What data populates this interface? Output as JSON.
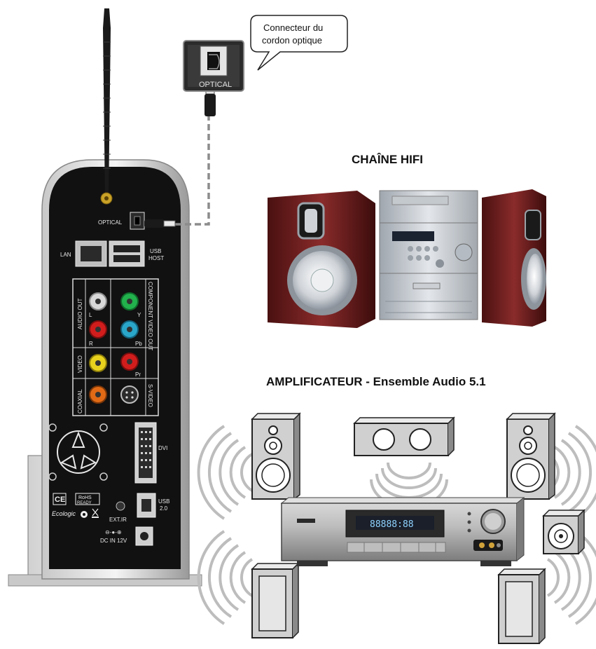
{
  "callout": {
    "line1": "Connecteur du",
    "line2": "cordon optique"
  },
  "optical_closeup_label": "OPTICAL",
  "headings": {
    "hifi": "CHAÎNE HIFI",
    "amp": "AMPLIFICATEUR - Ensemble Audio 5.1"
  },
  "device_labels": {
    "optical": "OPTICAL",
    "lan": "LAN",
    "usb_host_1": "USB",
    "usb_host_2": "HOST",
    "audio_out": "AUDIO OUT",
    "l": "L",
    "r": "R",
    "component": "COMPONENT VIDEO OUT",
    "y": "Y",
    "pb": "Pb",
    "pr": "Pr",
    "video": "VIDEO",
    "coaxial": "COAXIAL",
    "svideo": "S-VIDEO",
    "dvi": "DVI",
    "usb20_1": "USB",
    "usb20_2": "2.0",
    "extir": "EXT.IR",
    "dcin": "DC IN 12V",
    "ce": "CE",
    "rohs_1": "RoHS",
    "rohs_2": "READY",
    "ecologic": "Ecologic"
  },
  "receiver_display": "88888:88",
  "colors": {
    "device_body": "#111111",
    "cable": "#8c8c8c",
    "jack_white": "#d9d9d9",
    "jack_red": "#d21d1d",
    "jack_green": "#22b14c",
    "jack_blue": "#2aa6c9",
    "jack_yellow": "#e8d21e",
    "jack_orange": "#e06a16",
    "speaker_wood": "#6e1f1f"
  }
}
